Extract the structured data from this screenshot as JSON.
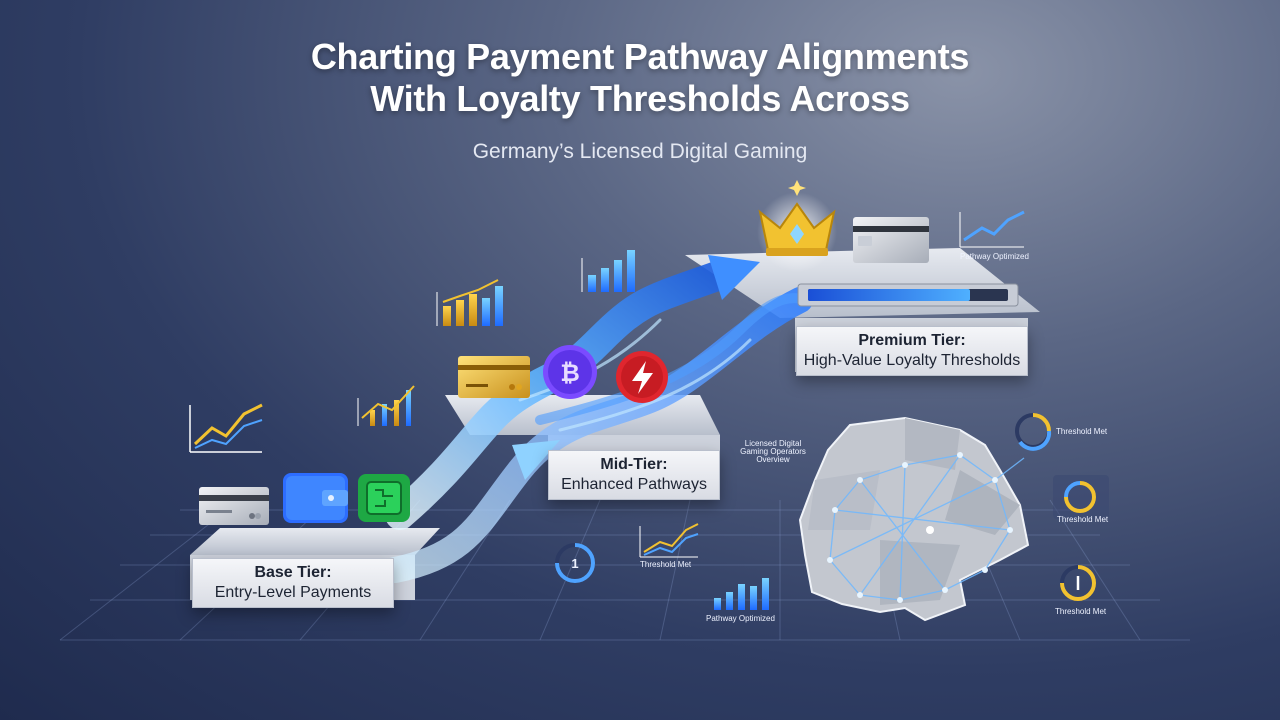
{
  "header": {
    "title_line1": "Charting Payment Pathway Alignments",
    "title_line2": "With Loyalty Thresholds Across",
    "subtitle": "Germany’s Licensed Digital Gaming"
  },
  "tiers": [
    {
      "name": "Base Tier:",
      "description": "Entry-Level Payments"
    },
    {
      "name": "Mid-Tier:",
      "description": "Enhanced Pathways"
    },
    {
      "name": "Premium Tier:",
      "description": "High-Value Loyalty Thresholds"
    }
  ],
  "labels": {
    "threshold_met": "Threshold Met",
    "pathway_optimized": "Pathway Optimized",
    "gauge_value": "1",
    "map_caption": "Licensed Digital Gaming Operators Overview"
  },
  "colors": {
    "accent_blue": "#2f8bff",
    "arrow_light": "#9fdcff",
    "gold": "#f2c230",
    "bitcoin_purple": "#7b4bff",
    "lightning_red": "#e0262e",
    "chip_green": "#26b34a"
  },
  "icons": [
    "credit-card-icon",
    "wallet-icon",
    "microchip-icon",
    "bitcoin-icon",
    "lightning-icon",
    "crown-icon",
    "germany-map-icon"
  ]
}
